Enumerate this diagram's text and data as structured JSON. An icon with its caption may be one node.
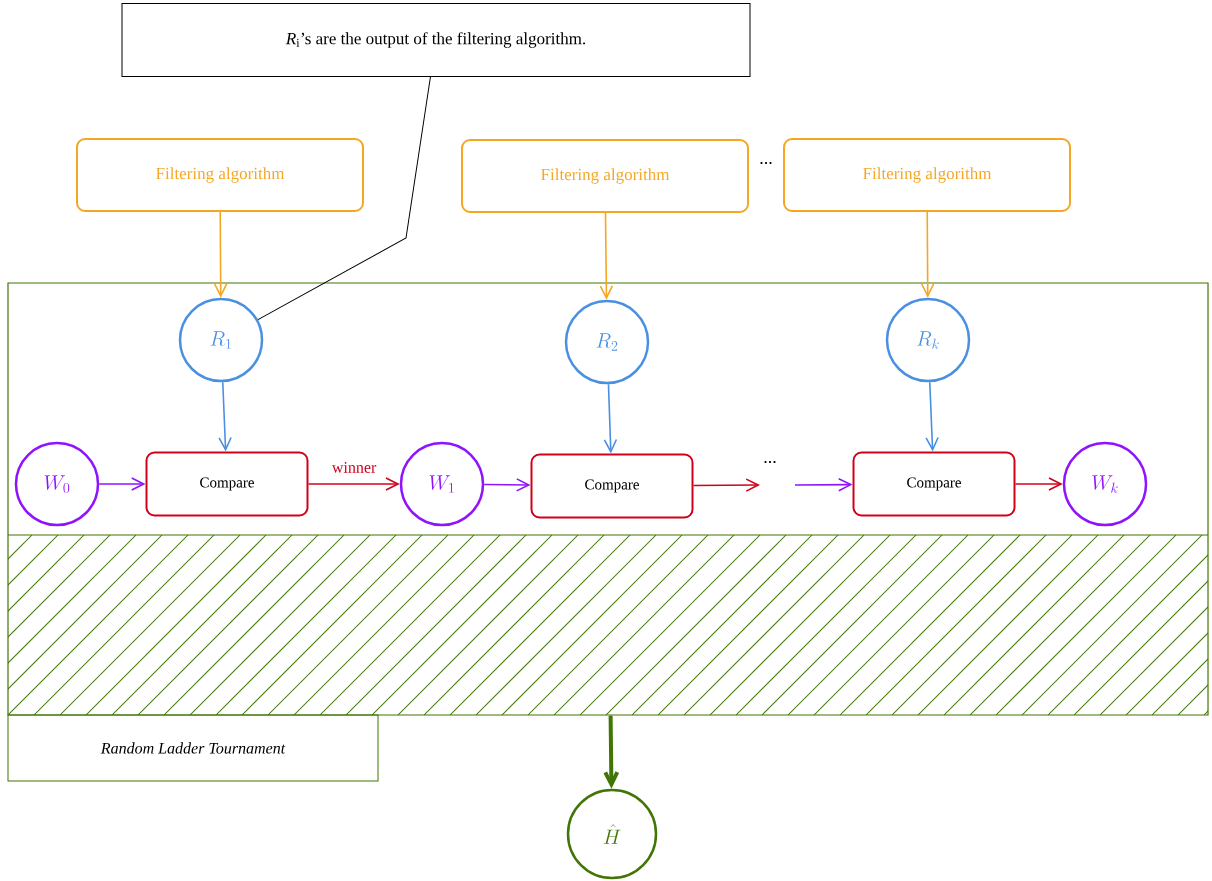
{
  "diagram": {
    "nodes": [
      {
        "text": [
          "*R*$_{i}$’s are the output of the filtering algorithm."
        ]
      },
      {
        "text": [
          "Filtering algorithm"
        ]
      },
      {
        "text": [
          "Filtering algorithm"
        ]
      },
      {
        "text": [
          "Filtering algorithm"
        ]
      },
      {
        "text": [
          "Random Ladder Tournament"
        ]
      },
      {
        "text": [
          "R_1"
        ],
        "in": 4
      },
      {
        "text": [
          "R_2"
        ],
        "in": 4
      },
      {
        "text": [
          "R_k"
        ],
        "in": 4
      },
      {
        "text": [
          "W_0"
        ],
        "in": 4
      },
      {
        "text": [
          "Compare"
        ],
        "in": 4
      },
      {
        "text": [
          "W_1"
        ],
        "in": 4
      },
      {
        "text": [
          "Compare"
        ],
        "in": 4
      },
      {
        "text": [
          "Compare"
        ],
        "in": 4
      },
      {
        "text": [
          "W_k"
        ],
        "in": 4
      },
      {
        "text": [
          "\\hat{H}"
        ]
      }
    ],
    "edges": [
      {
        "from": 0,
        "to": 5,
        "arrow": "none",
        "color": "#000000"
      },
      {
        "from": 1,
        "to": 5,
        "arrow": "to",
        "color": "#f5a623"
      },
      {
        "from": 2,
        "to": 6,
        "arrow": "to",
        "color": "#f5a623"
      },
      {
        "from": 3,
        "to": 7,
        "arrow": "to",
        "color": "#f5a623"
      },
      {
        "from": 5,
        "to": 9,
        "arrow": "to",
        "color": "#4a90e2"
      },
      {
        "from": 6,
        "to": 11,
        "arrow": "to",
        "color": "#4a90e2"
      },
      {
        "from": 7,
        "to": 12,
        "arrow": "to",
        "color": "#4a90e2"
      },
      {
        "from": 8,
        "to": 9,
        "arrow": "to",
        "color": "#9013fe"
      },
      {
        "from": 9,
        "to": 10,
        "arrow": "to",
        "color": "#d0021b",
        "label": "winner"
      },
      {
        "from": 10,
        "to": 11,
        "arrow": "to",
        "color": "#9013fe"
      },
      {
        "from": 11,
        "to": null,
        "arrow": "to",
        "color": "#d0021b"
      },
      {
        "from": null,
        "to": 12,
        "arrow": "to",
        "color": "#9013fe"
      },
      {
        "from": 12,
        "to": 13,
        "arrow": "to",
        "color": "#d0021b"
      },
      {
        "from": 4,
        "to": 14,
        "arrow": "to",
        "color": "#417505",
        "style": "thick"
      }
    ],
    "labels": [
      "...",
      "..."
    ]
  }
}
